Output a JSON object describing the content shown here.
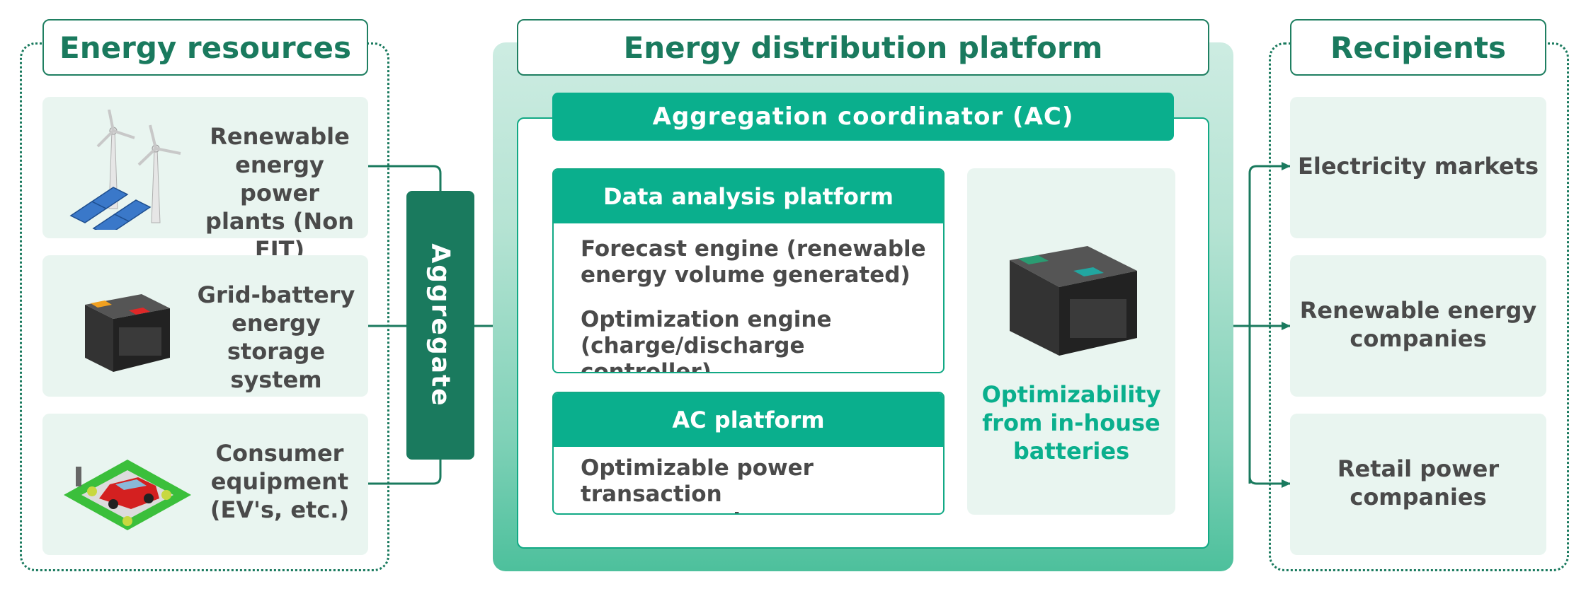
{
  "resources": {
    "title": "Energy resources",
    "items": [
      {
        "label_lines": [
          "Renewable",
          "energy power",
          "plants (Non FIT)"
        ],
        "icon": "wind-solar-icon"
      },
      {
        "label_lines": [
          "Grid-battery",
          "energy storage",
          "system"
        ],
        "icon": "battery-icon"
      },
      {
        "label_lines": [
          "Consumer",
          "equipment",
          "(EV's, etc.)"
        ],
        "icon": "ev-car-icon"
      }
    ]
  },
  "aggregate": {
    "label": "Aggregate"
  },
  "platform": {
    "title": "Energy distribution platform",
    "coordinator": "Aggregation coordinator (AC)",
    "data_analysis": {
      "title": "Data analysis platform",
      "lines": [
        "Forecast engine (renewable",
        "energy volume generated)",
        "Optimization engine",
        "(charge/discharge controller)"
      ]
    },
    "ac_platform": {
      "title": "AC platform",
      "lines": [
        "Optimizable power transaction",
        "management"
      ]
    },
    "battery": {
      "label_lines": [
        "Optimizability",
        "from in-house",
        "batteries"
      ],
      "icon": "battery-icon"
    }
  },
  "recipients": {
    "title": "Recipients",
    "items": [
      {
        "label_lines": [
          "Electricity markets"
        ]
      },
      {
        "label_lines": [
          "Renewable energy",
          "companies"
        ]
      },
      {
        "label_lines": [
          "Retail power",
          "companies"
        ]
      }
    ]
  },
  "colors": {
    "dark_green": "#1a7a5e",
    "teal": "#0aaf8d",
    "card_bg": "#e9f5f0"
  }
}
